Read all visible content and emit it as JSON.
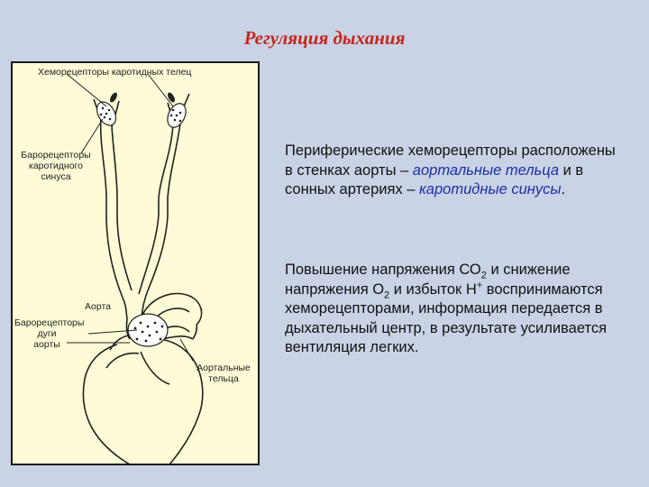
{
  "title": "Регуляция дыхания",
  "figure": {
    "label_chemoreceptors": "Хеморецепторы каротидных телец",
    "label_baro_carotid": [
      "Барорецепторы",
      "каротидного",
      "синуса"
    ],
    "label_aorta": "Аорта",
    "label_baro_arch": [
      "Барорецепторы",
      "дуги",
      "аорты"
    ],
    "label_aortic_bodies": [
      "Аортальные",
      "тельца"
    ]
  },
  "paragraph1": {
    "t1": "Периферические хеморецепторы расположены в стенках аорты –",
    "hl1": "аортальные тельца",
    "t2": "и в сонных артериях –",
    "hl2": "каротидные синусы",
    "t3": "."
  },
  "paragraph2": {
    "t1": " Повышение напряжения СО",
    "s1": "2",
    "t2": " и снижение напряжения О",
    "s2": "2",
    "t3": " и избыток Н",
    "s3": "+",
    "t4": " воспринимаются хеморецепторами, информация передается в дыхательный центр, в результате усиливается вентиляция легких."
  }
}
